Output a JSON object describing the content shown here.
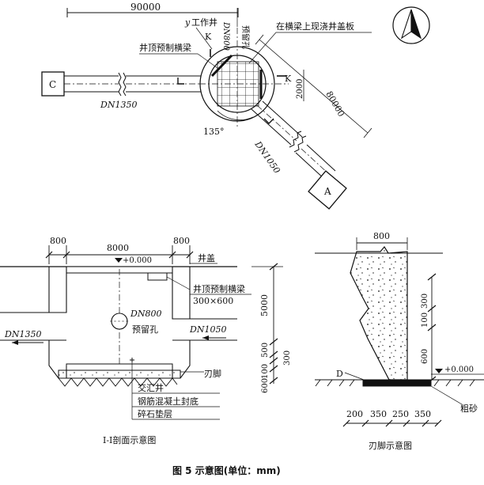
{
  "plan": {
    "dims": {
      "d90000": "90000",
      "d80000": "80000",
      "d2000": "2000",
      "angle": "135°"
    },
    "labels": {
      "shaft": "工作井",
      "y": "y",
      "k": "K",
      "dn800": "DN800",
      "reserved_hole": "预留孔",
      "cast_cover": "在横梁上现浇井盖板",
      "precast_beam": "井顶预制横梁",
      "well_c": "C",
      "well_a": "A",
      "pipe_c": "DN1350",
      "pipe_a": "DN1050"
    }
  },
  "section": {
    "title": "Ⅰ-Ⅰ剖面示意图",
    "dims": {
      "w800a": "800",
      "w8000": "8000",
      "w800b": "800",
      "h5000": "5000",
      "h500": "500",
      "h300": "300",
      "h100": "100",
      "h600": "600"
    },
    "labels": {
      "level0": "+0.000",
      "well_cover": "井盖",
      "precast_beam": "井顶预制横梁",
      "beam_size": "300×600",
      "dn800": "DN800",
      "reserved_hole": "预留孔",
      "pipe_left": "DN1350",
      "pipe_right": "DN1050",
      "cutting_edge": "刃脚",
      "junction_well": "交汇井",
      "rc_seal": "钢筋混凝土封底",
      "gravel": "碎石垫层"
    }
  },
  "edge": {
    "title": "刃脚示意图",
    "dims": {
      "top800": "800",
      "v300": "300",
      "v100": "100",
      "v600": "600",
      "b200": "200",
      "b350a": "350",
      "b250": "250",
      "b350b": "350"
    },
    "labels": {
      "level0": "+0.000",
      "d": "D",
      "coarse_sand": "粗砂"
    }
  },
  "caption": "图 5 示意图(单位：mm)"
}
